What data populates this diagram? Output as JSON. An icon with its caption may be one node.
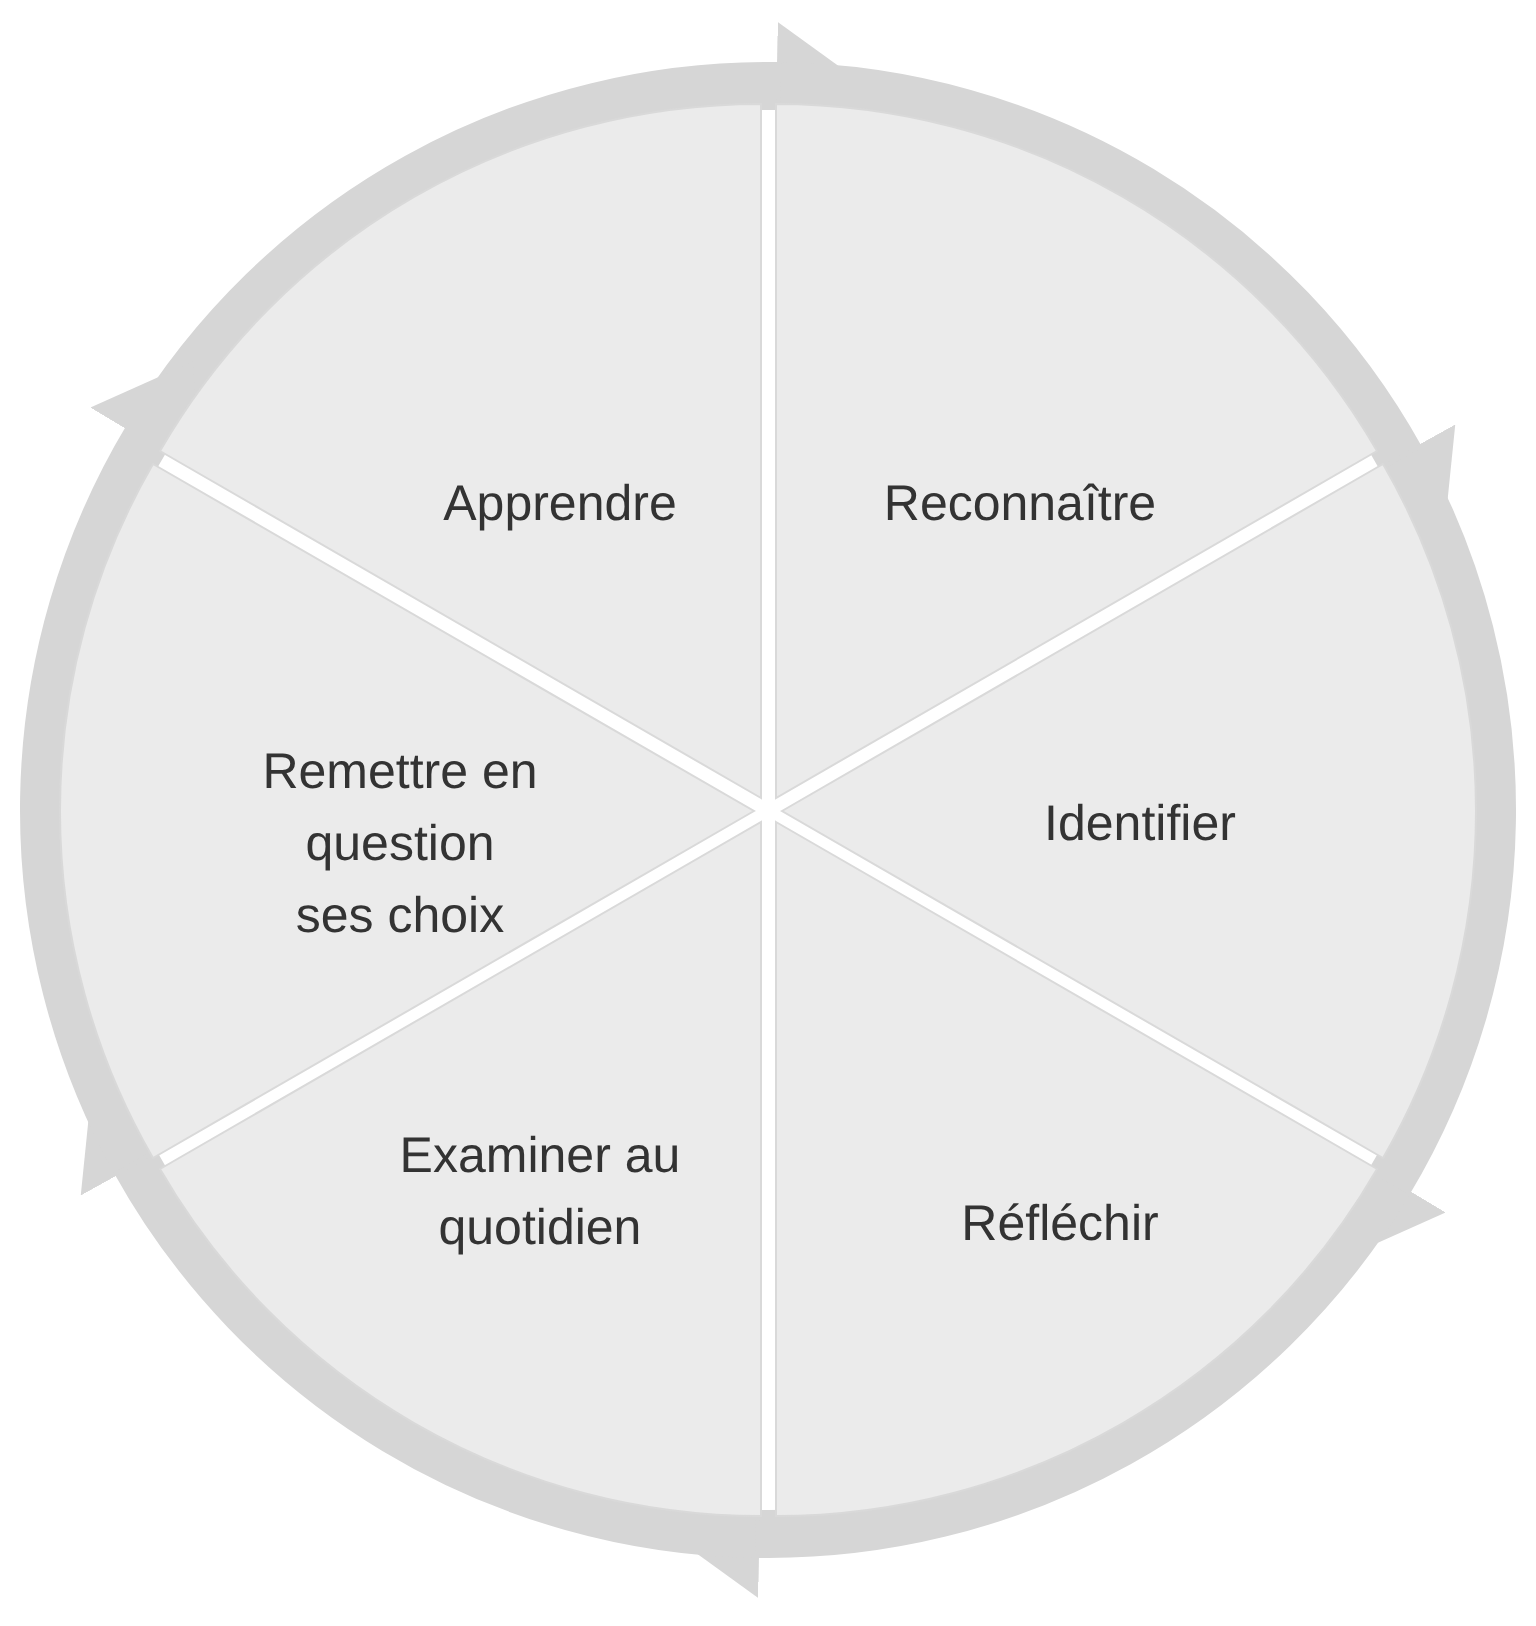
{
  "diagram": {
    "nodes": [
      {
        "text": [
          "Apprendre"
        ]
      },
      {
        "text": [
          "Reconnaître"
        ]
      },
      {
        "text": [
          "Identifier"
        ]
      },
      {
        "text": [
          "Réfléchir"
        ]
      },
      {
        "text": [
          "Examiner au quotidien"
        ]
      },
      {
        "text": [
          "Remettre en question ses choix"
        ]
      }
    ],
    "edges": [
      {
        "from": 0,
        "to": 1,
        "arrow": "to"
      },
      {
        "from": 1,
        "to": 2,
        "arrow": "to"
      },
      {
        "from": 2,
        "to": 3,
        "arrow": "to"
      },
      {
        "from": 3,
        "to": 4,
        "arrow": "to"
      },
      {
        "from": 4,
        "to": 5,
        "arrow": "to"
      },
      {
        "from": 5,
        "to": 0,
        "arrow": "to"
      }
    ]
  }
}
